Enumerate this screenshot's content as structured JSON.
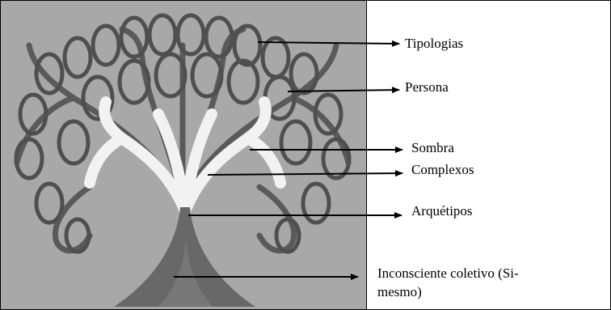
{
  "labels": {
    "tipologias": "Tipologias",
    "persona": "Persona",
    "sombra": "Sombra",
    "complexos": "Complexos",
    "arquetipos": "Arquétipos",
    "inconsciente_line1": "Inconsciente coletivo (Si-",
    "inconsciente_line2": "mesmo)"
  },
  "colors": {
    "panel_background": "#a8a8a8",
    "outer_branches": "#5a5a5a",
    "inner_branches": "#f2f2f2",
    "trunk": "#686868",
    "arrows": "#000000"
  }
}
